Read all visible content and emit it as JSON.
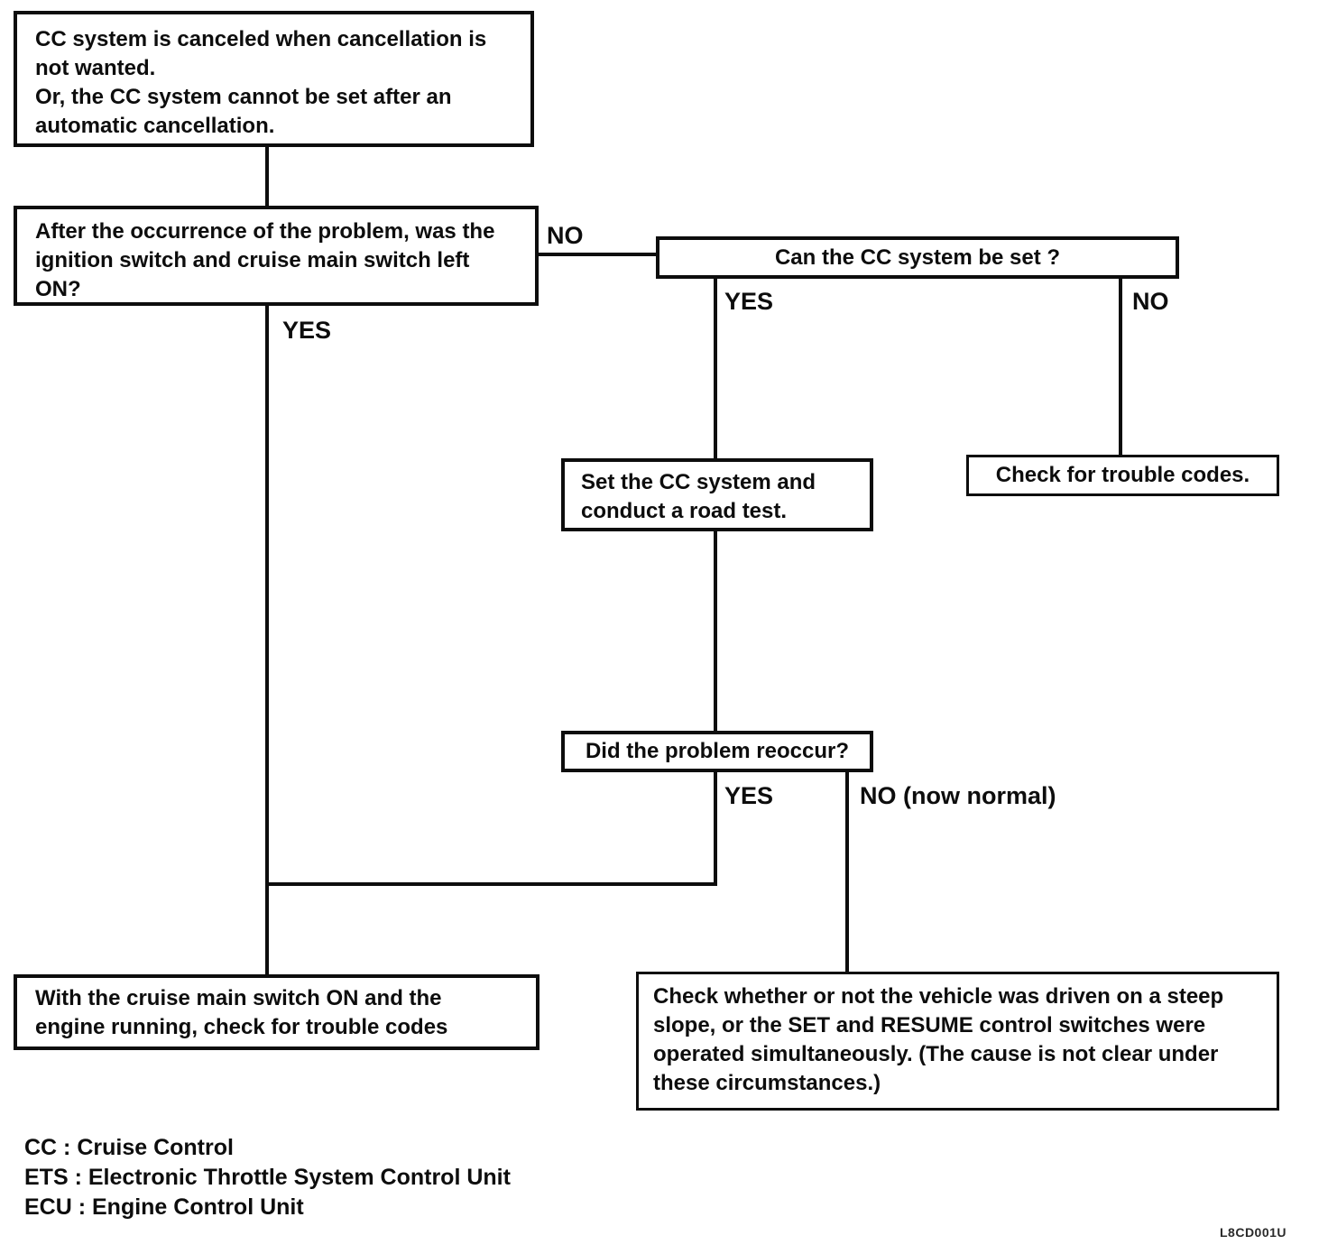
{
  "flowchart": {
    "nodes": {
      "start": {
        "text": "CC system is canceled when cancellation is\nnot wanted.\nOr, the CC system cannot be set after an\nautomatic cancellation."
      },
      "ignition_question": {
        "text": "After the occurrence of the problem, was the\nignition switch and cruise main switch left\nON?"
      },
      "can_set_question": {
        "text": "Can the CC system be set ?"
      },
      "road_test": {
        "text": "Set the CC system and\nconduct a road test."
      },
      "trouble_codes": {
        "text": "Check for trouble codes."
      },
      "reoccur_question": {
        "text": "Did the problem reoccur?"
      },
      "engine_codes": {
        "text": "With the cruise main switch ON and the\nengine running, check for trouble codes"
      },
      "steep_slope": {
        "text": "Check whether or not the vehicle was driven on a steep\nslope, or the SET and RESUME control switches were\noperated simultaneously. (The cause is not clear under\nthese circumstances.)"
      }
    },
    "labels": {
      "no_ignition": "NO",
      "yes_ignition": "YES",
      "yes_can_set": "YES",
      "no_can_set": "NO",
      "yes_reoccur": "YES",
      "no_reoccur": "NO (now normal)"
    },
    "legend": [
      "CC : Cruise Control",
      "ETS : Electronic Throttle System Control Unit",
      "ECU : Engine Control Unit"
    ],
    "figure_code": "L8CD001U",
    "colors": {
      "line": "#0d0d0d",
      "background": "#ffffff"
    }
  }
}
